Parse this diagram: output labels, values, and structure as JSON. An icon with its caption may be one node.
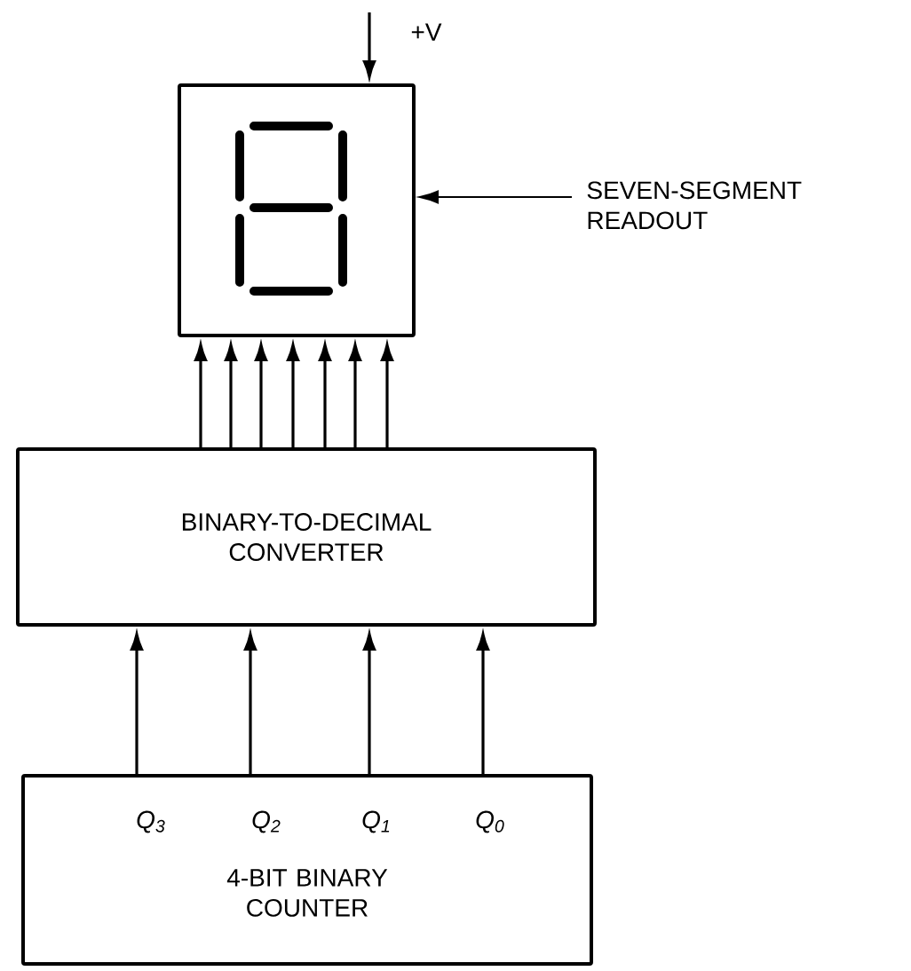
{
  "diagram": {
    "nodes": [
      {
        "text": [],
        "shape": "box"
      },
      {
        "text": [
          "BINARY-TO-DECIMAL CONVERTER"
        ]
      },
      {
        "text": [
          "Q$_{3}$",
          "Q$_{2}$",
          "Q$_{1}$",
          "Q$_{0}$",
          "4-BIT BINARY COUNTER"
        ]
      },
      {
        "text": [
          "SEVEN-SEGMENT READOUT"
        ]
      }
    ],
    "edges": [
      {
        "from": 1,
        "to": 0,
        "arrow": "to"
      },
      {
        "from": 1,
        "to": 0,
        "arrow": "to"
      },
      {
        "from": 1,
        "to": 0,
        "arrow": "to"
      },
      {
        "from": 1,
        "to": 0,
        "arrow": "to"
      },
      {
        "from": 1,
        "to": 0,
        "arrow": "to"
      },
      {
        "from": 1,
        "to": 0,
        "arrow": "to"
      },
      {
        "from": 1,
        "to": 0,
        "arrow": "to"
      },
      {
        "from": 2,
        "to": 1,
        "arrow": "to"
      },
      {
        "from": 2,
        "to": 1,
        "arrow": "to"
      },
      {
        "from": 2,
        "to": 1,
        "arrow": "to"
      },
      {
        "from": 2,
        "to": 1,
        "arrow": "to"
      },
      {
        "from": null,
        "to": 0,
        "arrow": "to",
        "label": "+V"
      },
      {
        "from": 3,
        "to": 0,
        "arrow": "to"
      }
    ]
  }
}
